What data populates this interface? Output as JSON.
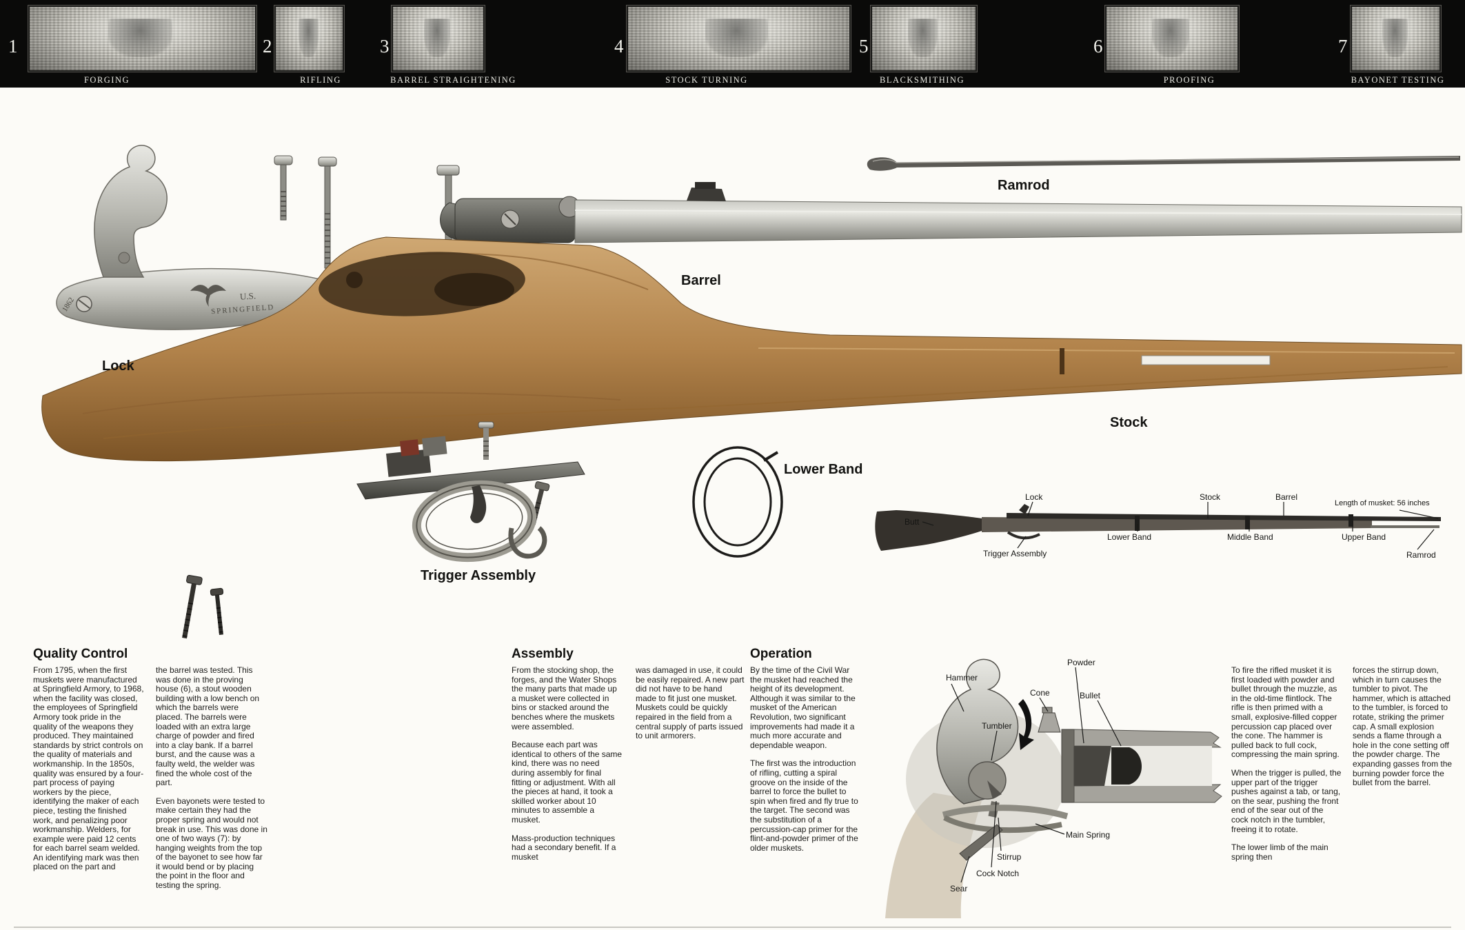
{
  "banner": {
    "items": [
      {
        "number": "1",
        "caption": "FORGING"
      },
      {
        "number": "2",
        "caption": "RIFLING"
      },
      {
        "number": "3",
        "caption": "BARREL STRAIGHTENING"
      },
      {
        "number": "4",
        "caption": "STOCK TURNING"
      },
      {
        "number": "5",
        "caption": "BLACKSMITHING"
      },
      {
        "number": "6",
        "caption": "PROOFING"
      },
      {
        "number": "7",
        "caption": "BAYONET TESTING"
      }
    ]
  },
  "part_labels": {
    "ramrod": "Ramrod",
    "barrel": "Barrel",
    "lock": "Lock",
    "stock": "Stock",
    "lower_band": "Lower Band",
    "trigger_assembly": "Trigger Assembly"
  },
  "lock_engraving": {
    "us": "U.S.",
    "springfield": "SPRINGFIELD",
    "year": "1862"
  },
  "musket_diagram": {
    "butt": "Butt",
    "lock": "Lock",
    "stock": "Stock",
    "barrel": "Barrel",
    "length": "Length of musket: 56 inches",
    "trigger_assembly": "Trigger Assembly",
    "lower_band": "Lower Band",
    "middle_band": "Middle Band",
    "upper_band": "Upper Band",
    "ramrod": "Ramrod"
  },
  "mechanism": {
    "hammer": "Hammer",
    "tumbler": "Tumbler",
    "cone": "Cone",
    "powder": "Powder",
    "bullet": "Bullet",
    "main_spring": "Main Spring",
    "stirrup": "Stirrup",
    "cock_notch": "Cock Notch",
    "sear": "Sear"
  },
  "articles": {
    "quality_control": {
      "heading": "Quality Control",
      "col1_p1": "From 1795, when the first muskets were manufactured at Springfield Armory, to 1968, when the facility was closed, the employees of Springfield Armory took pride in the quality of the weapons they produced. They maintained standards by strict controls on the quality of materials and workmanship. In the 1850s, quality was ensured by a four-part process of paying workers by the piece, identifying the maker of each piece, testing the finished work, and penalizing poor workmanship. Welders, for example were paid 12 cents for each barrel seam welded. An identifying mark was then placed on the part and",
      "col2_p1": "the barrel was tested. This was done in the proving house (6), a stout wooden building with a low bench on which the barrels were placed. The barrels were loaded with an extra large charge of powder and fired into a clay bank. If a barrel burst, and the cause was a faulty weld, the welder was fined the whole cost of the part.",
      "col2_p2": "Even bayonets were tested to make certain they had the proper spring and would not break in use. This was done in one of two ways (7): by hanging weights from the top of the bayonet to see how far it would bend or by placing the point in the floor and testing the spring."
    },
    "assembly": {
      "heading": "Assembly",
      "col1_p1": "From the stocking shop, the forges, and the Water Shops the many parts that made up a musket were collected in bins or stacked around the benches where the muskets were assembled.",
      "col1_p2": "Because each part was identical to others of the same kind, there was no need during assembly for final fitting or adjustment. With all the pieces at hand, it took a skilled worker about 10 minutes to assemble a musket.",
      "col1_p3": "Mass-production techniques had a secondary benefit. If a musket",
      "col2_p1": "was damaged in use, it could be easily repaired. A new part did not have to be hand made to fit just one musket. Muskets could be quickly repaired in the field from a central supply of parts issued to unit armorers."
    },
    "operation": {
      "heading": "Operation",
      "col1_p1": "By the time of the Civil War the musket had reached the height of its development. Although it was similar to the musket of the American Revolution, two significant improvements had made it a much more accurate and dependable weapon.",
      "col1_p2": "The first was the introduction of rifling, cutting a spiral groove on the inside of the barrel to force the bullet to spin when fired and fly true to the target. The second was the substitution of a percussion-cap primer for the flint-and-powder primer of the older muskets."
    },
    "firing": {
      "col1_p1": "To fire the rifled musket it is first loaded with powder and bullet through the muzzle, as in the old-time flintlock. The rifle is then primed with a small, explosive-filled copper percussion cap placed over the cone. The hammer is pulled back to full cock, compressing the main spring.",
      "col1_p2": "When the trigger is pulled, the upper part of the trigger pushes against a tab, or tang, on the sear, pushing the front end of the sear out of the cock notch in the tumbler, freeing it to rotate.",
      "col1_p3": "The lower limb of the main spring then",
      "col2_p1": "forces the stirrup down, which in turn causes the tumbler to pivot. The hammer, which is attached to the tumbler, is forced to rotate, striking the primer cap. A small explosion sends a flame through a hole in the cone setting off the powder charge. The expanding gasses from the burning powder force the bullet from the barrel."
    }
  }
}
